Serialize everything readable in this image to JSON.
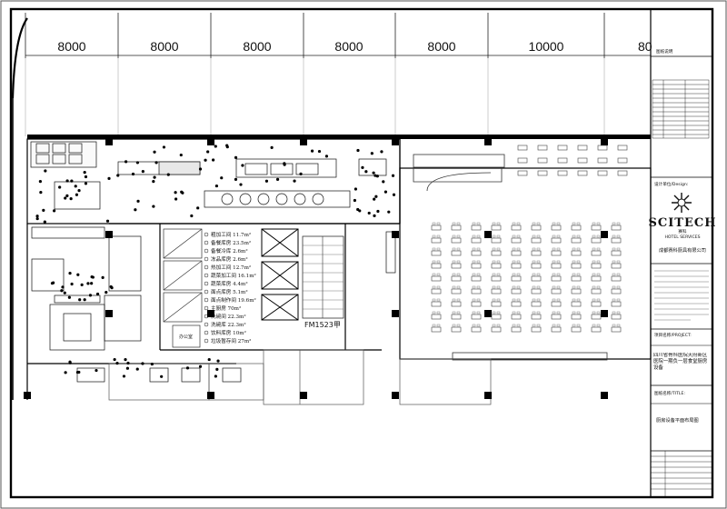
{
  "dimensions": [
    "8000",
    "8000",
    "8000",
    "8000",
    "8000",
    "10000",
    "80"
  ],
  "room_list": [
    "粗加工间 11.7m²",
    "备餐库房 23.5m²",
    "备餐冷库 2.6m²",
    "冻品库房 2.6m²",
    "热加工间 12.7m²",
    "蔬菜加工间 16.1m²",
    "蔬菜库房 4.4m²",
    "面点库房 5.1m²",
    "面点制作间 19.6m²",
    "主厨房 70m²",
    "洗碗间 22.3m²",
    "洗碗库 22.3m²",
    "饮料库房 10m²",
    "垃圾暂存间 27m²"
  ],
  "room_labels": {
    "staircase": "FM1523甲",
    "small_room": "办公室"
  },
  "title_block": {
    "notes_header": "图纸说明",
    "design_unit_label": "设计单位/Design:",
    "logo_text": "SCITECH",
    "logo_cn": "赛科",
    "logo_sub": "HOTEL SERVICES",
    "company": "成都赛科厨具有限公司",
    "project_label": "项目名称/PROJECT:",
    "project_name": "四川省骨科医院天府新区医院一期负一层食堂厨房设备",
    "drawing_label": "图纸名称/TITLE:",
    "drawing_name": "厨房设备平面布局图"
  }
}
